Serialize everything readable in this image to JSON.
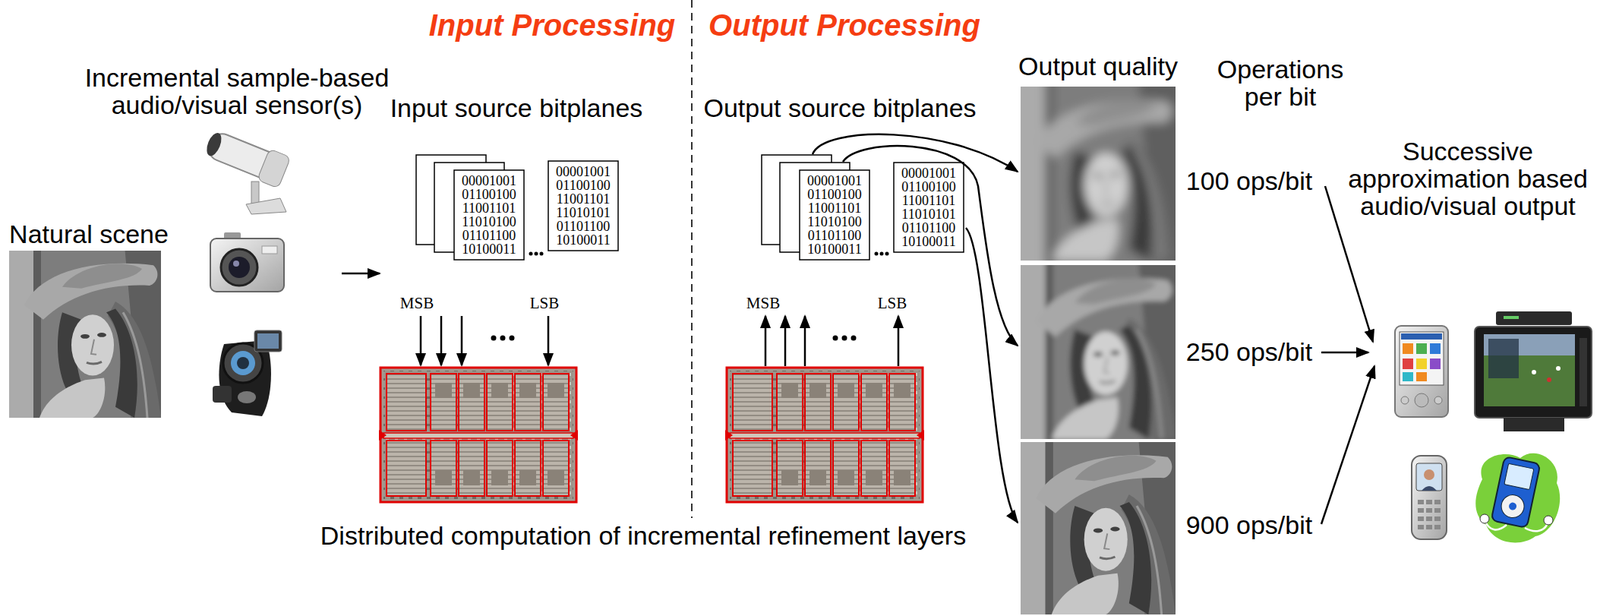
{
  "diagram": {
    "labels": [
      "Input Processing",
      "Output Processing",
      "Incremental sample-based audio/visual sensor(s)",
      "Natural scene",
      "Input source bitplanes",
      "00001001 01100100 11001101 11010100 01101100 10100011",
      "00001001 01100100 11001101 11010101 01101100 10100011",
      "MSB",
      "LSB",
      "Distributed computation of incremental refinement layers",
      "Output source bitplanes",
      "00001001 01100100 11001101 11010100 01101100 10100011",
      "00001001 01100100 11001101 11010101 01101100 10100011",
      "MSB",
      "LSB",
      "Output quality",
      "Operations per bit",
      "100 ops/bit",
      "250 ops/bit",
      "900 ops/bit",
      "Successive approximation based audio/visual output"
    ]
  }
}
